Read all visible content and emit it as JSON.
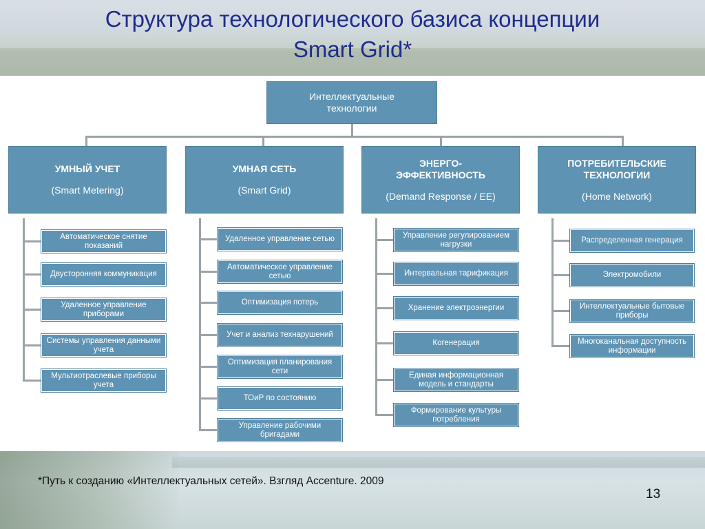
{
  "slide": {
    "title_line1": "Структура технологического базиса концепции",
    "title_line2": "Smart Grid*",
    "footnote": "*Путь к созданию «Интеллектуальных сетей». Взгляд Accenture. 2009",
    "page_number": "13"
  },
  "diagram": {
    "root": {
      "line1": "Интеллектуальные",
      "line2": "технологии"
    },
    "categories": [
      {
        "name": "УМНЫЙ УЧЕТ",
        "sub": "(Smart Metering)",
        "items": [
          "Автоматическое снятие показаний",
          "Двусторонняя коммуникация",
          "Удаленное управление приборами",
          "Системы управления данными учета",
          "Мультиотраслевые приборы учета"
        ]
      },
      {
        "name": "УМНАЯ СЕТЬ",
        "sub": "(Smart Grid)",
        "items": [
          "Удаленное управление сетью",
          "Автоматическое управление сетью",
          "Оптимизация потерь",
          "Учет и анализ технарушений",
          "Оптимизация планирования сети",
          "ТОиР по состоянию",
          "Управление рабочими бригадами"
        ]
      },
      {
        "name": "ЭНЕРГО-\nЭФФЕКТИВНОСТЬ",
        "sub": "(Demand Response / EE)",
        "items": [
          "Управление регулированием нагрузки",
          "Интервальная тарификация",
          "Хранение электроэнергии",
          "Когенерация",
          "Единая информационная модель и стандарты",
          "Формирование культуры потребления"
        ]
      },
      {
        "name": "ПОТРЕБИТЕЛЬСКИЕ\nТЕХНОЛОГИИ",
        "sub": "(Home Network)",
        "items": [
          "Распределенная генерация",
          "Электромобили",
          "Интеллектуальные бытовые приборы",
          "Многоканальная доступность информации"
        ]
      }
    ],
    "colors": {
      "box_fill": "#5e93b3",
      "connector": "#9aa3a8",
      "title": "#1f2c8e"
    }
  }
}
